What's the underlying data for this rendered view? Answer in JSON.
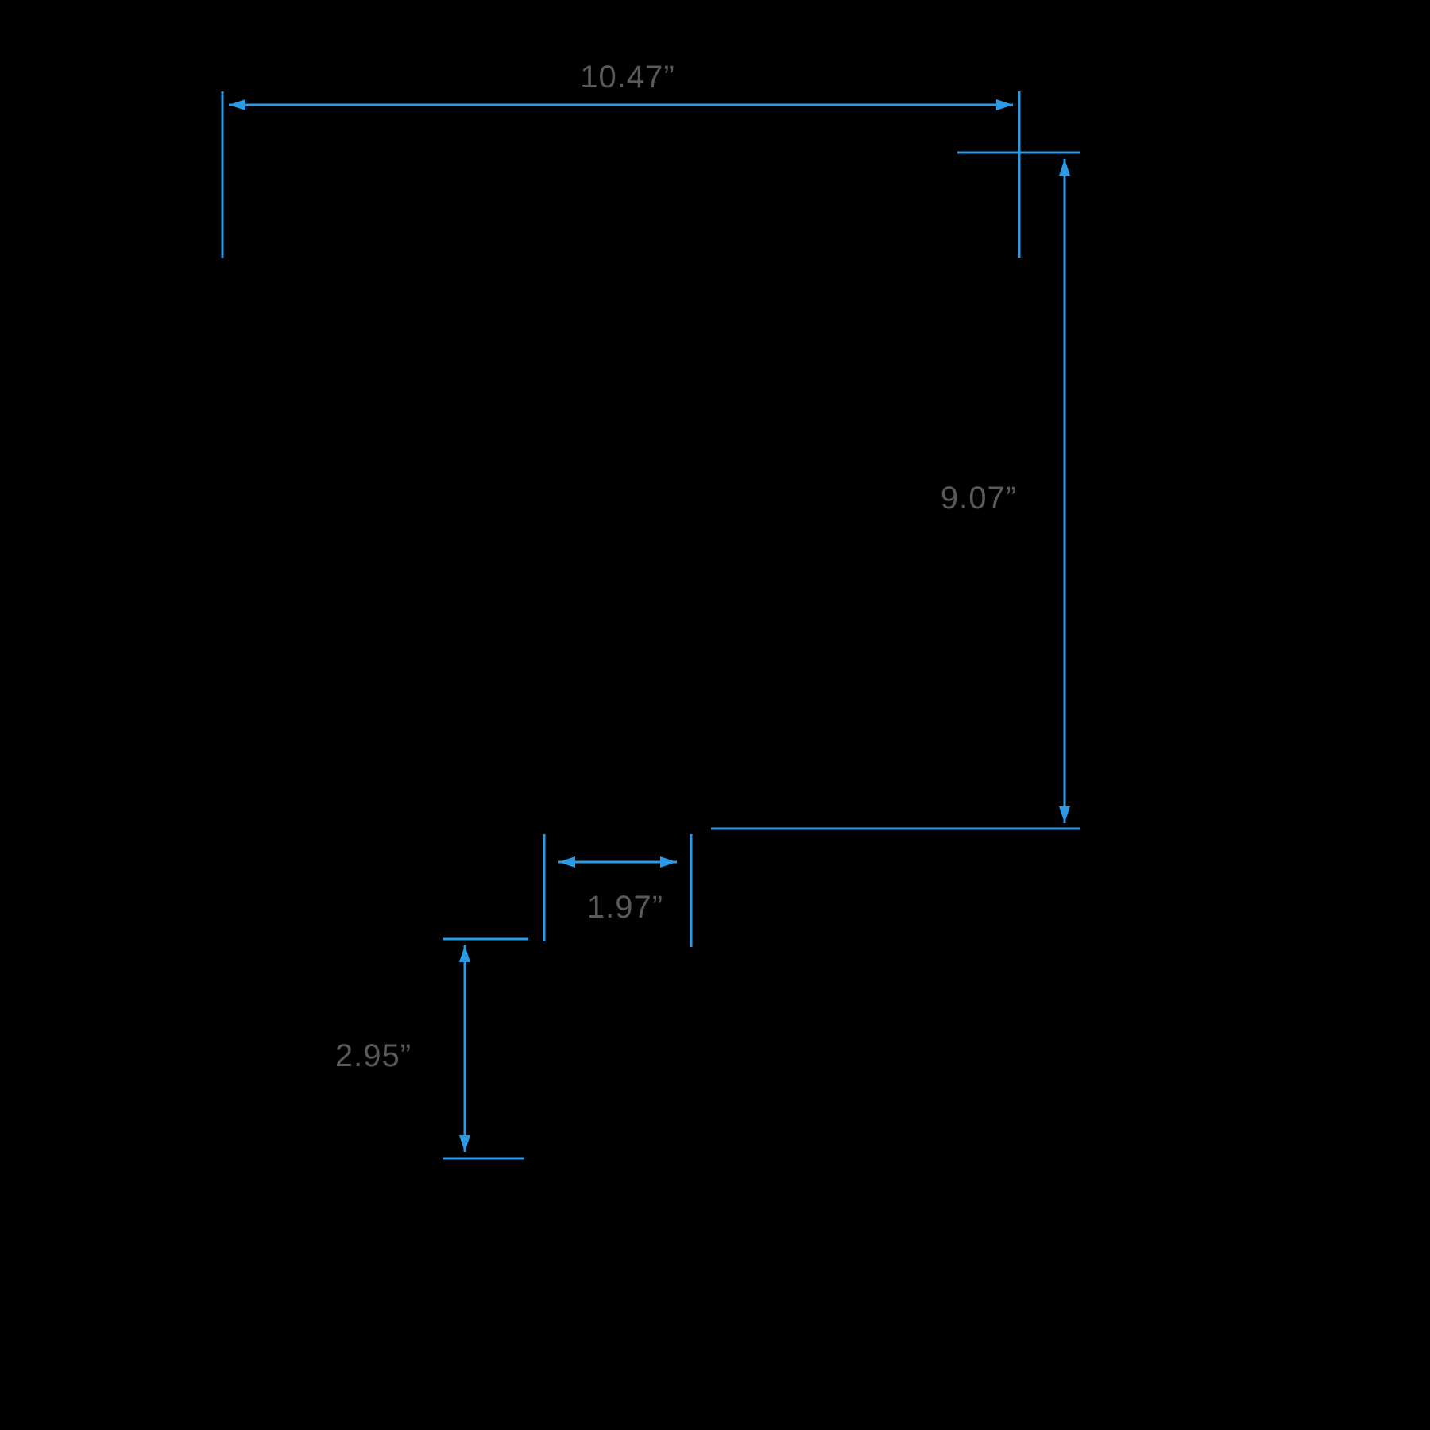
{
  "diagram": {
    "background_color": "#000000",
    "accent_color": "#2B9BE8",
    "label_color": "#58595B",
    "dimensions": {
      "width": {
        "label": "10.47”"
      },
      "height": {
        "label": "9.07”"
      },
      "depth": {
        "label": "1.97”"
      },
      "base_height": {
        "label": "2.95”"
      }
    }
  }
}
